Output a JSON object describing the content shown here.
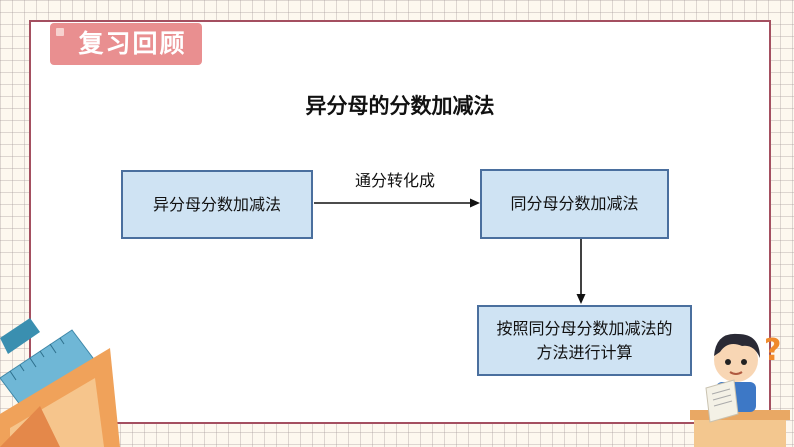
{
  "section_tag": {
    "label": "复习回顾"
  },
  "diagram": {
    "title": "异分母的分数加减法",
    "nodes": {
      "left": "异分母分数加减法",
      "right": "同分母分数加减法",
      "bottom": "按照同分母分数加减法的方法进行计算"
    },
    "edges": {
      "left_to_right": "通分转化成"
    }
  },
  "colors": {
    "frame_border": "#a44f60",
    "tag_bg": "#e98f90",
    "box_fill": "#cfe3f3",
    "box_border": "#4a6f9e"
  },
  "decorations": {
    "left": "ruler-icon",
    "right": "cartoon-boy-icon"
  }
}
